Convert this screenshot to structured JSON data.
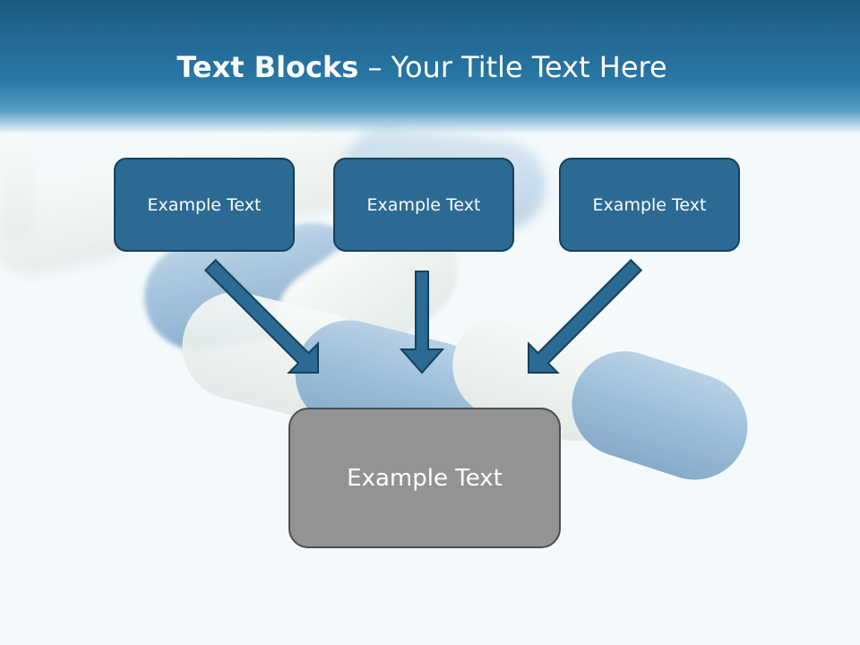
{
  "title": {
    "bold": "Text Blocks",
    "separator": " – ",
    "rest": "Your Title Text Here"
  },
  "top_boxes": [
    {
      "label": "Example Text"
    },
    {
      "label": "Example Text"
    },
    {
      "label": "Example Text"
    }
  ],
  "bottom_box": {
    "label": "Example Text"
  },
  "colors": {
    "header": "#2878a6",
    "box_fill": "#2b6a92",
    "box_border": "#163f5a",
    "center_fill": "#939393",
    "center_border": "#4d4d4d",
    "arrow": "#2b6a92"
  }
}
